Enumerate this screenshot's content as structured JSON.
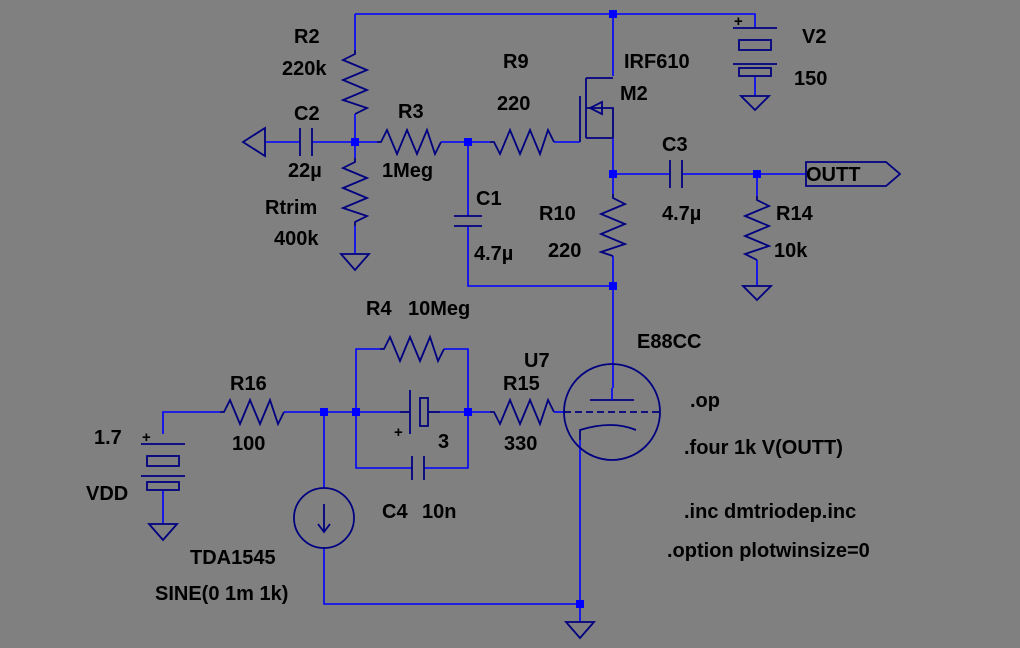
{
  "components": {
    "r2": {
      "name": "R2",
      "value": "220k"
    },
    "c2": {
      "name": "C2",
      "value": "22µ"
    },
    "rtrim": {
      "name": "Rtrim",
      "value": "400k"
    },
    "r3": {
      "name": "R3",
      "value": "1Meg"
    },
    "r9": {
      "name": "R9",
      "value": "220"
    },
    "m2": {
      "name": "M2",
      "value": "IRF610"
    },
    "v2": {
      "name": "V2",
      "value": "150"
    },
    "c1": {
      "name": "C1",
      "value": "4.7µ"
    },
    "r10": {
      "name": "R10",
      "value": "220"
    },
    "c3": {
      "name": "C3",
      "value": "4.7µ"
    },
    "r14": {
      "name": "R14",
      "value": "10k"
    },
    "r4": {
      "name": "R4",
      "value": "10Meg"
    },
    "u7": {
      "name": "U7",
      "value": "E88CC"
    },
    "r16": {
      "name": "R16",
      "value": "100"
    },
    "r15": {
      "name": "R15",
      "value": "330"
    },
    "vdd": {
      "name": "VDD",
      "value": "1.7"
    },
    "cell": {
      "value": "3"
    },
    "c4": {
      "name": "C4",
      "value": "10n"
    },
    "source": {
      "name": "TDA1545",
      "value": "SINE(0 1m 1k)"
    }
  },
  "net_label": "OUTT",
  "polarity": "+",
  "directives": [
    ".op",
    ".four 1k V(OUTT)",
    ".inc dmtriodep.inc",
    ".option plotwinsize=0"
  ]
}
